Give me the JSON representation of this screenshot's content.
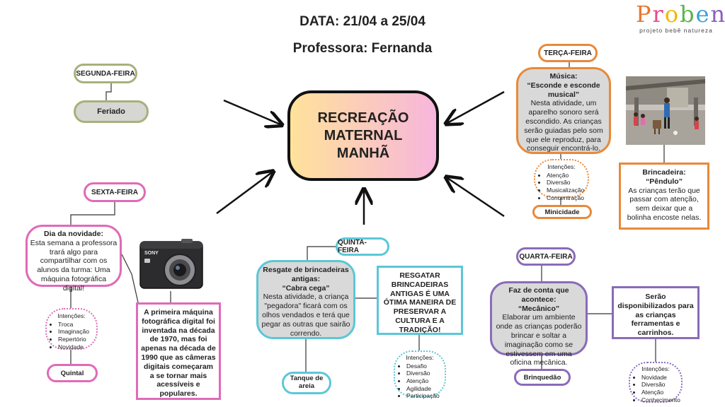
{
  "header": {
    "date": "DATA: 21/04 a 25/04",
    "teacher": "Professora: Fernanda"
  },
  "logo": {
    "letters": [
      "P",
      "r",
      "o",
      "b",
      "e",
      "n"
    ],
    "letter_colors": [
      "#e8762d",
      "#e84b8a",
      "#f2b705",
      "#5bb34d",
      "#3aa0d8",
      "#8b5fbf"
    ],
    "subtitle": "projeto bebê natureza"
  },
  "center": {
    "line1": "RECREAÇÃO",
    "line2": "MATERNAL",
    "line3": "MANHÃ"
  },
  "monday": {
    "day": "SEGUNDA-FEIRA",
    "activity": "Feriado",
    "color": "#9aa56a"
  },
  "tuesday": {
    "day": "TERÇA-FEIRA",
    "title": "Música:",
    "subtitle": "“Esconde e esconde musical”",
    "text": "Nesta atividade, um aparelho sonoro será escondido. As crianças serão guiadas pelo som que ele reproduz, para conseguir encontrá-lo.",
    "intentions_title": "Intenções:",
    "intentions": [
      "Atenção",
      "Diversão",
      "Musicalização",
      "Concentração"
    ],
    "place": "Minicidade",
    "game_title": "Brincadeira:",
    "game_subtitle": "“Pêndulo”",
    "game_text": "As crianças terão que passar com atenção, sem deixar que a bolinha encoste nelas.",
    "color": "#e8893a"
  },
  "wednesday": {
    "day": "QUARTA-FEIRA",
    "title": "Faz de conta que acontece:",
    "subtitle": "“Mecânico”",
    "text": "Elaborar um ambiente onde as crianças poderão brincar e soltar a imaginação como se estivessem em uma oficina mecânica.",
    "note": "Serão disponibilizados para as crianças ferramentas e carrinhos.",
    "intentions_title": "Intenções:",
    "intentions": [
      "Novidade",
      "Diversão",
      "Atenção",
      "Conhecimento"
    ],
    "place": "Brinquedão",
    "color": "#8a6bb8"
  },
  "thursday": {
    "day": "QUINTA-FEIRA",
    "title": "Resgate de brincadeiras antigas:",
    "subtitle": "“Cabra cega”",
    "text": "Nesta atividade, a criança \"pegadora\" ficará com os olhos vendados e terá que pegar as outras que sairão correndo.",
    "note": "RESGATAR BRINCADEIRAS ANTIGAS É UMA ÓTIMA MANEIRA DE PRESERVAR A CULTURA E A TRADIÇÃO!",
    "intentions_title": "Intenções:",
    "intentions": [
      "Desafio",
      "Diversão",
      "Atenção",
      "Agilidade",
      "Participação"
    ],
    "place": "Tanque de areia",
    "color": "#5bc7d6"
  },
  "friday": {
    "day": "SEXTA-FEIRA",
    "title": "Dia da novidade:",
    "text": "Esta semana a professora trará algo para compartilhar com os alunos da turma: Uma máquina fotográfica digital!",
    "note": "A primeira máquina fotográfica digital foi inventada na década de 1970, mas foi apenas na década de 1990 que as câmeras digitais começaram a se tornar mais acessíveis e populares.",
    "intentions_title": "Intenções:",
    "intentions": [
      "Troca",
      "Imaginação",
      "Repertório",
      "Novidade"
    ],
    "place": "Quintal",
    "camera_brand": "SONY",
    "color": "#e06ab8"
  }
}
